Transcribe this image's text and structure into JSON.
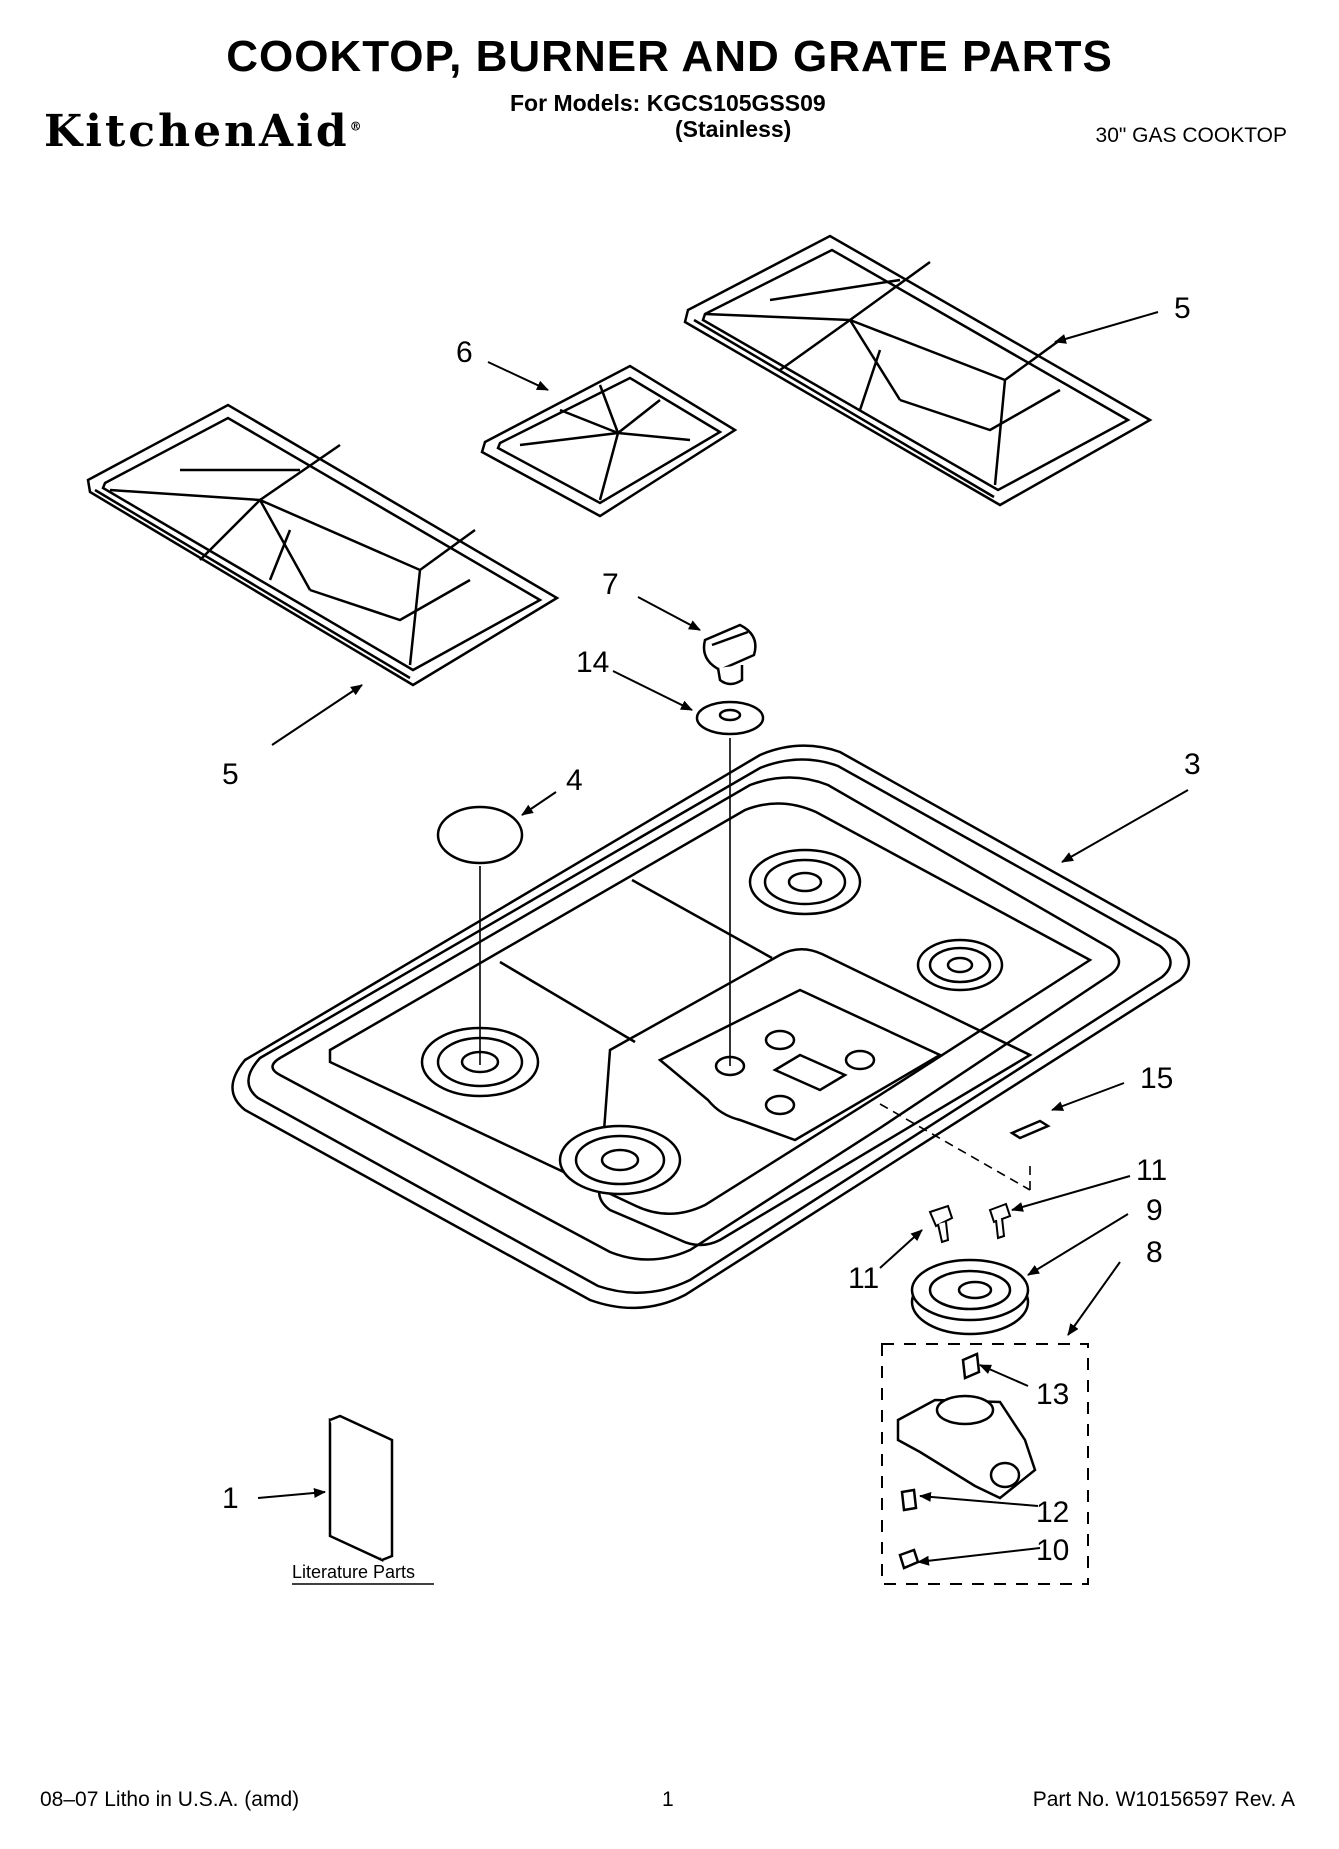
{
  "header": {
    "title": "COOKTOP, BURNER AND GRATE PARTS",
    "models_line": "For Models: KGCS105GSS09",
    "variant": "(Stainless)",
    "brand": "KitchenAid",
    "brand_mark": "®",
    "subtitle": "30\" GAS COOKTOP"
  },
  "callouts": {
    "c1": "1",
    "c3": "3",
    "c4": "4",
    "c5a": "5",
    "c5b": "5",
    "c6": "6",
    "c7": "7",
    "c8": "8",
    "c9": "9",
    "c10": "10",
    "c11a": "11",
    "c11b": "11",
    "c12": "12",
    "c13": "13",
    "c14": "14",
    "c15": "15"
  },
  "literature_label": "Literature Parts",
  "footer": {
    "left": "08–07 Litho in U.S.A. (amd)",
    "page": "1",
    "part_no": "Part No. W10156597 Rev. A"
  }
}
